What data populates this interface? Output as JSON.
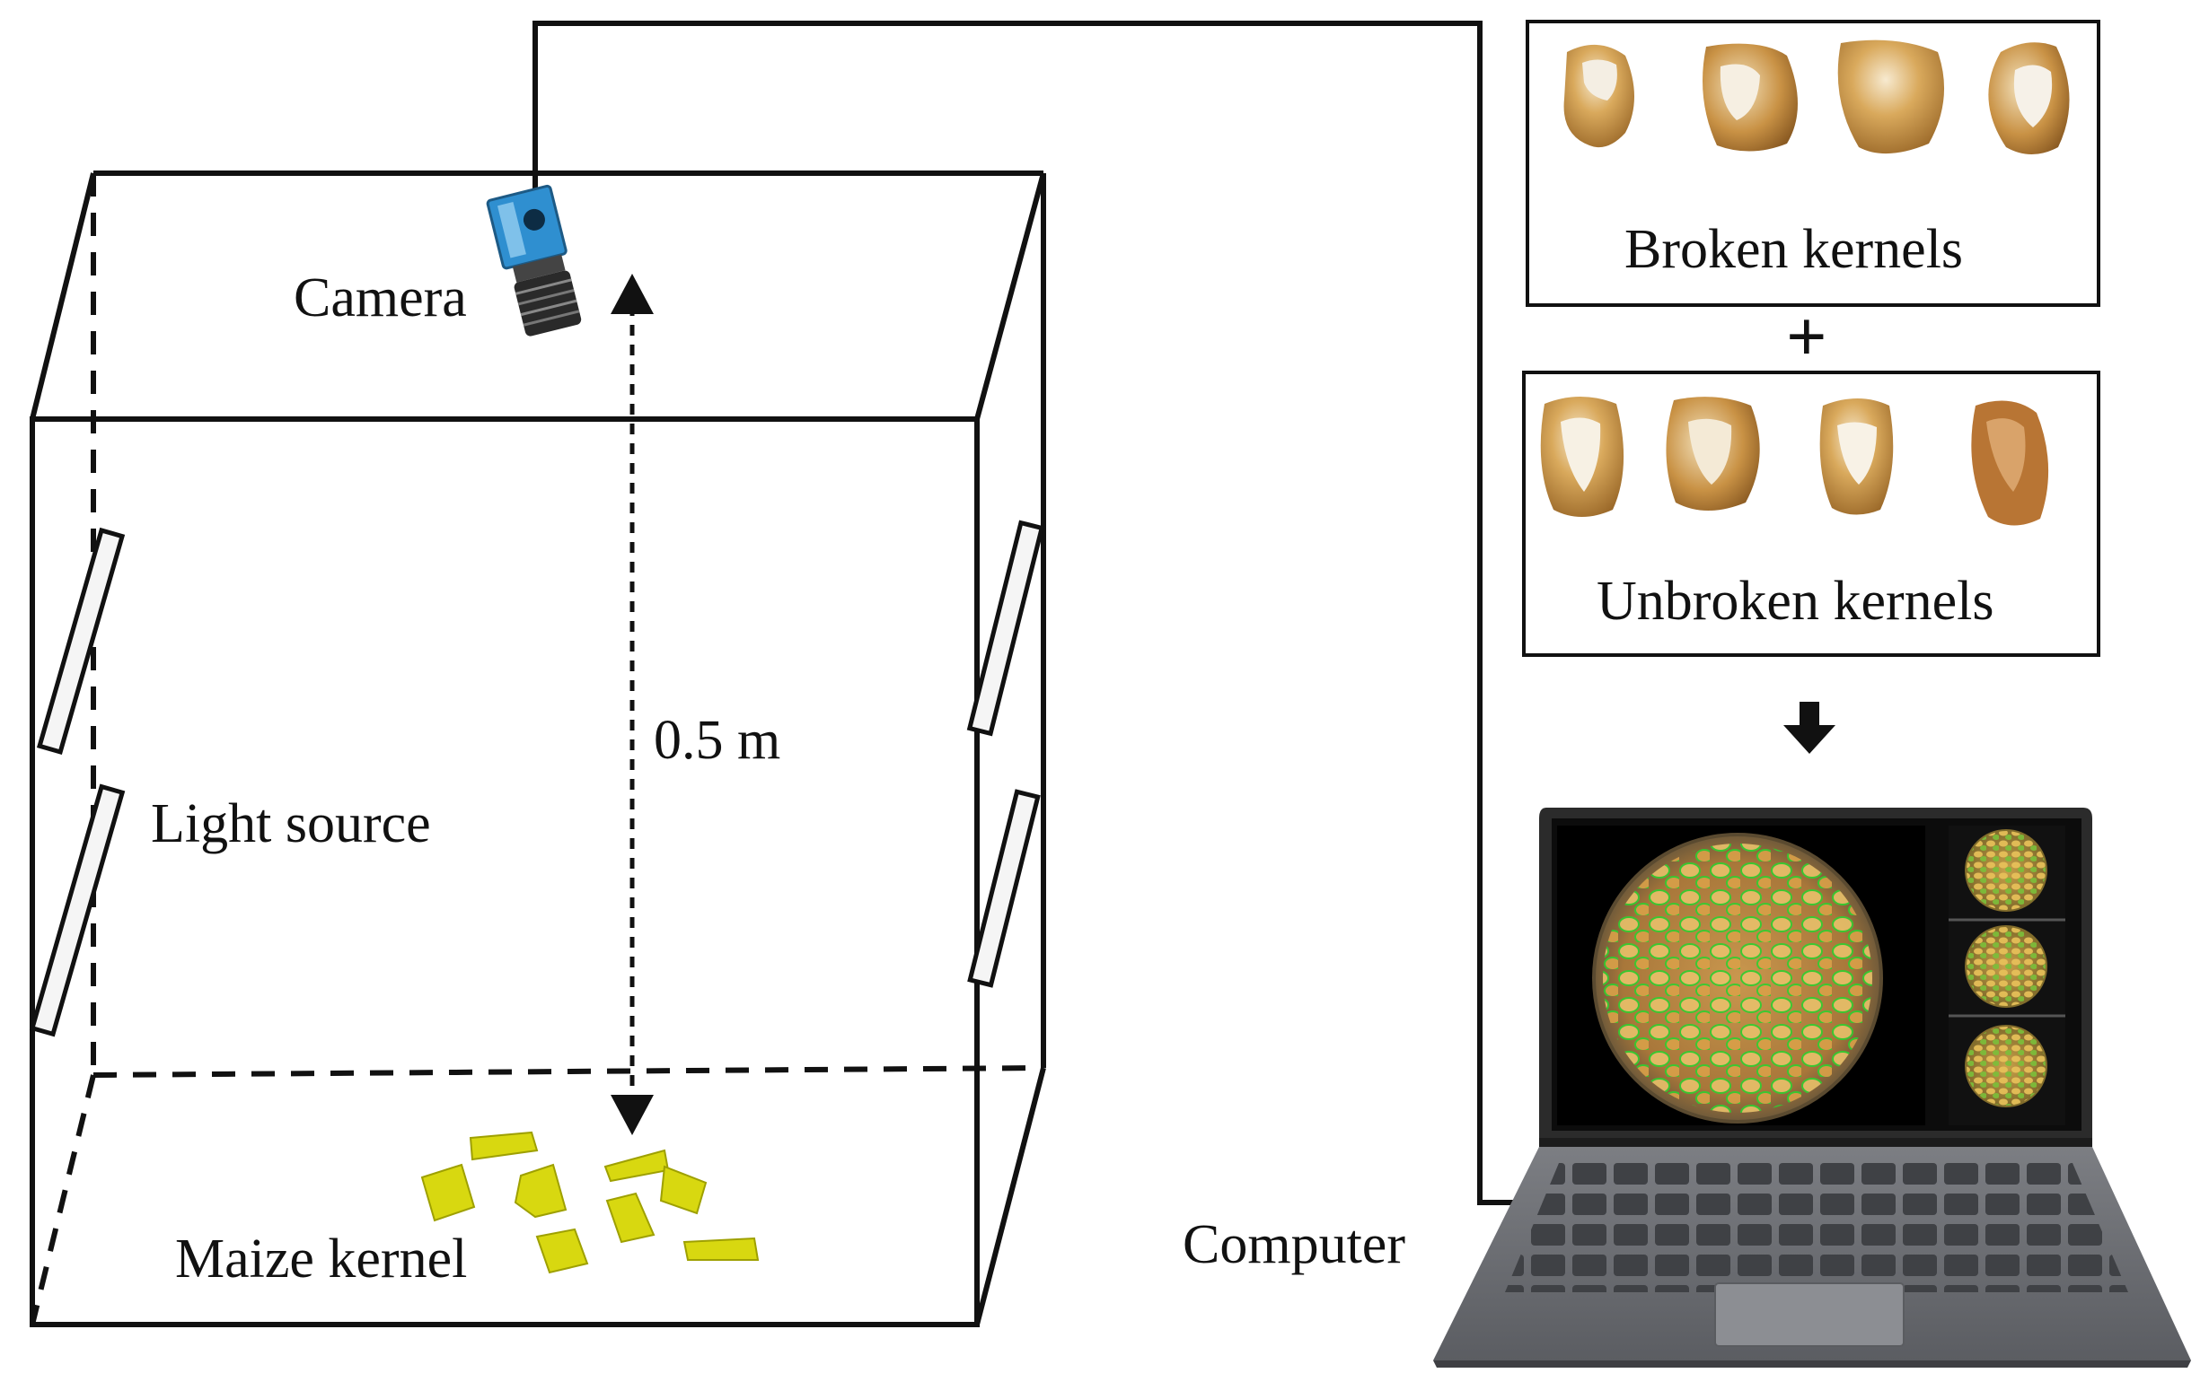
{
  "labels": {
    "camera": "Camera",
    "distance": "0.5 m",
    "light_source": "Light source",
    "maize_kernel": "Maize kernel",
    "computer": "Computer",
    "broken_kernels": "Broken kernels",
    "unbroken_kernels": "Unbroken kernels"
  },
  "symbols": {
    "plus": "+",
    "arrow": "down-arrow-icon"
  },
  "colors": {
    "line": "#111111",
    "camera_body": "#2f8fd0",
    "kernel_yellow": "#d8d810",
    "detection_box": "#19c51a",
    "laptop_frame": "#2b2b2b",
    "laptop_deck": "#6b6d72",
    "kernel_tan": "#c9964a"
  },
  "icons": [
    "camera-icon",
    "light-source-icon",
    "maize-kernel-icon",
    "laptop-icon",
    "kernel-photo-icon"
  ]
}
